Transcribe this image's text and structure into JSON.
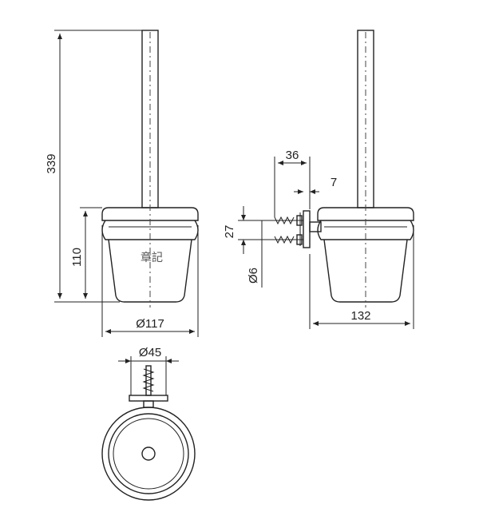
{
  "dimensions": {
    "total_height": "339",
    "holder_height": "110",
    "bowl_diameter": "Ø117",
    "screw_spacing_top": "36",
    "wall_plate_offset": "7",
    "screw_spacing": "27",
    "screw_diameter": "Ø6",
    "depth": "132",
    "plate_diameter": "Ø45"
  },
  "watermark": "章記",
  "colors": {
    "line": "#222222",
    "background": "#ffffff"
  }
}
